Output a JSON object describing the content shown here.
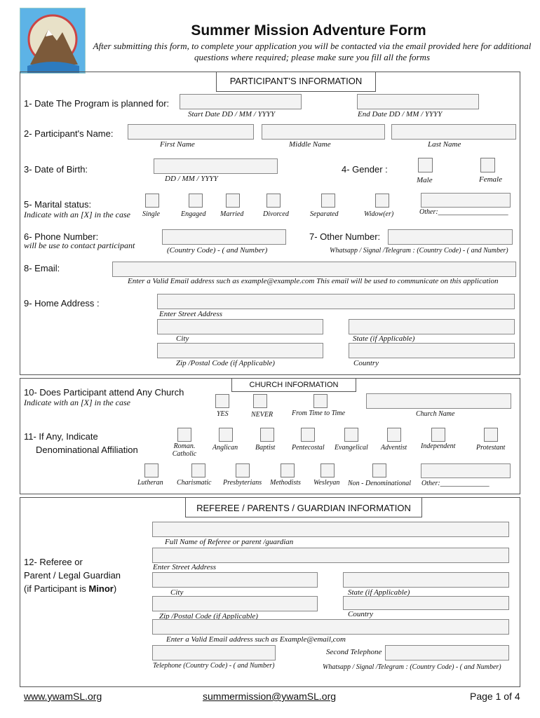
{
  "header": {
    "title": "Summer Mission Adventure Form",
    "subtitle": "After submitting this form, to complete your application you will be contacted via the email provided here for additional questions where required; please make sure you fill all the forms"
  },
  "sections": {
    "participant": "PARTICIPANT'S INFORMATION",
    "church": "CHURCH INFORMATION",
    "referee": "REFEREE / PARENTS / GUARDIAN  INFORMATION"
  },
  "q1": {
    "label": "1- Date  The Program is planned for:",
    "start": "Start Date   DD / MM / YYYY",
    "end": "End Date   DD / MM / YYYY"
  },
  "q2": {
    "label": "2- Participant's Name:",
    "first": "First Name",
    "middle": "Middle Name",
    "last": "Last Name"
  },
  "q3": {
    "label": "3- Date of Birth:",
    "hint": "DD / MM / YYYY"
  },
  "q4": {
    "label": "4- Gender :",
    "male": "Male",
    "female": "Female"
  },
  "q5": {
    "label": "5- Marital status:",
    "instruction": "Indicate with an [X] in the case",
    "options": [
      "Single",
      "Engaged",
      "Married",
      "Divorced",
      "Separated",
      "Widow(er)"
    ],
    "other": "Other:____________________"
  },
  "q6": {
    "label": "6-  Phone Number:",
    "note": "will be use to contact participant",
    "hint": "(Country Code) - ( and Number)"
  },
  "q7": {
    "label": "7- Other Number:",
    "hint": "Whatsapp / Signal /Telegram : (Country Code) - ( and Number)"
  },
  "q8": {
    "label": "8- Email:",
    "hint": "Enter a Valid Email address such as example@example.com This email will be used to communicate on this application"
  },
  "q9": {
    "label": "9- Home Address   :",
    "street": "Enter Street Address",
    "city": "City",
    "state": "State (if Applicable)",
    "zip": "Zip /Postal Code (if Applicable)",
    "country": "Country"
  },
  "q10": {
    "label": "10- Does Participant attend Any Church",
    "instruction": "Indicate with an [X] in the case",
    "yes": "YES",
    "never": "NEVER",
    "sometimes": "From Time to Time",
    "church_name": "Church Name"
  },
  "q11": {
    "label1": "11- If Any,  Indicate",
    "label2": "Denominational Affiliation",
    "row1": [
      "Roman. Catholic",
      "Anglican",
      "Baptist",
      "Pentecostal",
      "Evangelical",
      "Adventist",
      "Independent",
      "Protestant"
    ],
    "row2": [
      "Lutheran",
      "Charismatic",
      "Presbyterians",
      "Methodists",
      "Wesleyan"
    ],
    "nondenom": "Non - Denominational",
    "other": "Other:______________"
  },
  "q12": {
    "label1": "12- Referee or",
    "label2": "Parent / Legal Guardian",
    "label3a": "(if Participant is ",
    "label3b": "Minor",
    "label3c": ")",
    "fullname": "Full Name of Referee or parent /guardian",
    "street": "Enter Street Address",
    "city": "City",
    "state": "State (if Applicable)",
    "zip": "Zip /Postal Code (if Applicable)",
    "country": "Country",
    "email": "Enter a Valid Email address such as Example@email,com",
    "second_phone": "Second Telephone",
    "phone_hint": "Telephone (Country Code) - ( and Number)",
    "second_hint": "Whatsapp / Signal /Telegram : (Country Code) - ( and Number)"
  },
  "footer": {
    "website": "www.ywamSL.org",
    "email": "summermission@ywamSL.org",
    "page": "Page 1 of 4"
  },
  "colors": {
    "field_fill": "#f3f3f3",
    "border": "#555555",
    "logo_sky": "#4aa3d8"
  }
}
